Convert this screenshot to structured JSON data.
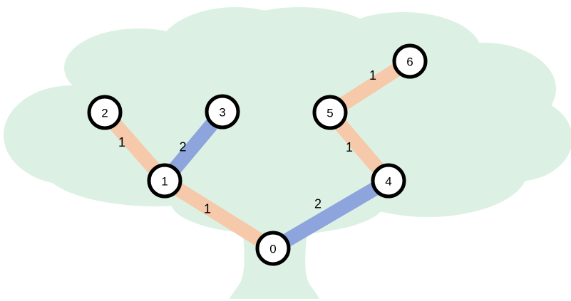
{
  "colors": {
    "tree_background": "#dcf1e4",
    "weight_1_edge": "#f5c9aa",
    "weight_2_edge": "#8da4dc",
    "node_fill": "#ffffff",
    "node_stroke": "#000000"
  },
  "nodes": [
    {
      "id": "0",
      "label": "0"
    },
    {
      "id": "1",
      "label": "1"
    },
    {
      "id": "2",
      "label": "2"
    },
    {
      "id": "3",
      "label": "3"
    },
    {
      "id": "4",
      "label": "4"
    },
    {
      "id": "5",
      "label": "5"
    },
    {
      "id": "6",
      "label": "6"
    }
  ],
  "edges": [
    {
      "from": "0",
      "to": "1",
      "weight": "1"
    },
    {
      "from": "1",
      "to": "2",
      "weight": "1"
    },
    {
      "from": "1",
      "to": "3",
      "weight": "2"
    },
    {
      "from": "0",
      "to": "4",
      "weight": "2"
    },
    {
      "from": "4",
      "to": "5",
      "weight": "1"
    },
    {
      "from": "5",
      "to": "6",
      "weight": "1"
    }
  ]
}
